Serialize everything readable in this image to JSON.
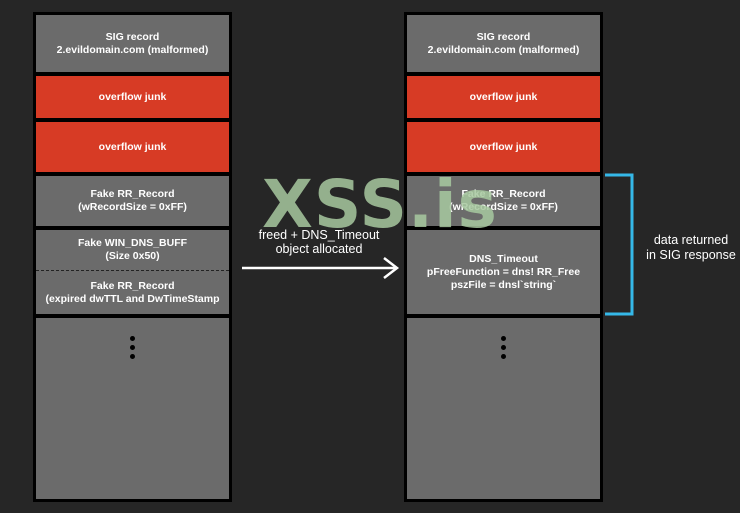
{
  "left_column": {
    "sig_record": {
      "line1": "SIG record",
      "line2": "2.evildomain.com (malformed)"
    },
    "overflow1": "overflow junk",
    "overflow2": "overflow junk",
    "fake_rr": {
      "line1": "Fake RR_Record",
      "line2": "(wRecordSize = 0xFF)"
    },
    "win_dns_buff": {
      "line1": "Fake WIN_DNS_BUFF",
      "line2": "(Size 0x50)"
    },
    "fake_rr2": {
      "line1": "Fake RR_Record",
      "line2": "(expired dwTTL and DwTimeStamp"
    }
  },
  "right_column": {
    "sig_record": {
      "line1": "SIG record",
      "line2": "2.evildomain.com (malformed)"
    },
    "overflow1": "overflow junk",
    "overflow2": "overflow junk",
    "fake_rr": {
      "line1": "Fake RR_Record",
      "line2": "(wRecordSize = 0xFF)"
    },
    "dns_timeout": {
      "line1": "DNS_Timeout",
      "line2": "pFreeFunction = dns! RR_Free",
      "line3": "pszFile = dnsl`string`"
    }
  },
  "arrow_label": {
    "line1": "freed + DNS_Timeout",
    "line2": "object allocated"
  },
  "bracket_label": {
    "line1": "data returned",
    "line2": "in SIG response"
  },
  "watermark": "XSS.is",
  "colors": {
    "background": "#262626",
    "block": "#6b6b6b",
    "overflow": "#d73b25",
    "bracket": "#35b8e8",
    "watermark": "#a8c9a0"
  }
}
